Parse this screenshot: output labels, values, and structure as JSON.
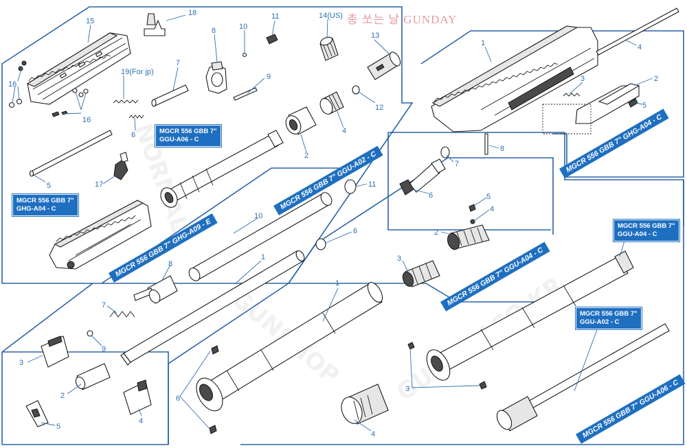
{
  "logo": {
    "text": "총 쏘는 날 GUNDAY"
  },
  "watermark": {
    "left": "NORMAL",
    "mid": "GUNSHOP",
    "right": "GUNDAY.CO.KR"
  },
  "box_labels": {
    "b1": [
      "MGCR 556 GBB 7\"",
      "GGU-A06 - C"
    ],
    "b2": [
      "MGCR 556 GBB 7\"",
      "GHG-A04 - C"
    ],
    "b3": [
      "MGCR 556 GBB 7\"",
      "GGU-A04 - C"
    ],
    "b4": [
      "MGCR 556 GBB 7\"",
      "GGU-A02 - C"
    ]
  },
  "bands": {
    "b_a09": "MGCR 556 GBB 7\" GHG-A09 - E",
    "b_a02": "MGCR 556 GBB 7\" GGU-A02 - C",
    "b_a04": "MGCR 556 GBB 7\" GHG-A04 - C",
    "b_gguA04": "MGCR 556 GBB 7\" GGU-A04 - C",
    "b_a06": "MGCR 556 GBB 7\" GGU-A06 - C"
  },
  "callouts": {
    "n15": "15",
    "n18": "18",
    "n8a": "8",
    "n10a": "10",
    "n11a": "11",
    "n14": "14(US)",
    "n13": "13",
    "n16a": "16",
    "n16b": "16",
    "n19": "19(For jp)",
    "n7a": "7",
    "n9a": "9",
    "n12": "12",
    "n6a": "6",
    "n4a": "4",
    "n2a": "2",
    "n5a": "5",
    "n17": "17",
    "n1r": "1",
    "n4r": "4",
    "n2r": "2",
    "n3r": "3",
    "n5r": "5",
    "n7r": "7",
    "n8r": "8",
    "n6r": "6",
    "n11m": "11",
    "n10m": "10",
    "n6m": "6",
    "n1m": "1",
    "n5c": "5",
    "n4c": "4",
    "n2c": "2",
    "n3c": "3",
    "n8l": "8",
    "n7l": "7",
    "n9l": "9",
    "n3l": "3",
    "n2l": "2",
    "n5l": "5",
    "n4l": "4",
    "n1b": "1",
    "n6b": "6",
    "n4b": "4",
    "n3b": "3"
  }
}
